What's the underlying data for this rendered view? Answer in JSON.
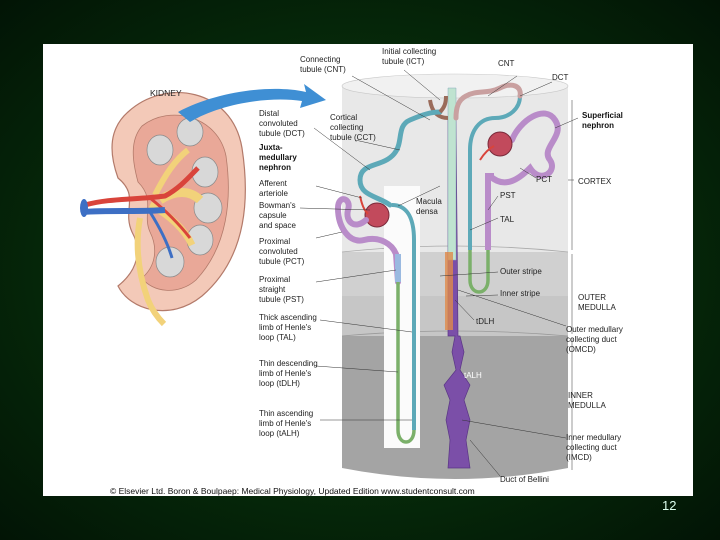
{
  "labels": {
    "kidney": "KIDNEY",
    "cortex": "CORTEX",
    "outer_medulla_l1": "OUTER",
    "outer_medulla_l2": "MEDULLA",
    "inner_medulla_l1": "INNER",
    "inner_medulla_l2": "MEDULLA",
    "connecting_tubule_l1": "Connecting",
    "connecting_tubule_l2": "tubule (CNT)",
    "initial_collecting_l1": "Initial collecting",
    "initial_collecting_l2": "tubule (ICT)",
    "cnt": "CNT",
    "dct_top": "DCT",
    "superficial_l1": "Superficial",
    "superficial_l2": "nephron",
    "distal_l1": "Distal",
    "distal_l2": "convoluted",
    "distal_l3": "tubule (DCT)",
    "cortical_l1": "Cortical",
    "cortical_l2": "collecting",
    "cortical_l3": "tubule (CCT)",
    "juxta_l1": "Juxta-",
    "juxta_l2": "medullary",
    "juxta_l3": "nephron",
    "afferent_l1": "Afferent",
    "afferent_l2": "arteriole",
    "bowman_l1": "Bowman's",
    "bowman_l2": "capsule",
    "bowman_l3": "and space",
    "macula_l1": "Macula",
    "macula_l2": "densa",
    "pct_right": "PCT",
    "pst_right": "PST",
    "tal_right": "TAL",
    "prox_conv_l1": "Proximal",
    "prox_conv_l2": "convoluted",
    "prox_conv_l3": "tubule (PCT)",
    "prox_str_l1": "Proximal",
    "prox_str_l2": "straight",
    "prox_str_l3": "tubule (PST)",
    "outer_stripe": "Outer stripe",
    "inner_stripe": "Inner stripe",
    "tdlh_right": "tDLH",
    "thick_asc_l1": "Thick ascending",
    "thick_asc_l2": "limb of Henle's",
    "thick_asc_l3": "loop (TAL)",
    "omcd_l1": "Outer medullary",
    "omcd_l2": "collecting duct",
    "omcd_l3": "(OMCD)",
    "thin_desc_l1": "Thin descending",
    "thin_desc_l2": "limb of Henle's",
    "thin_desc_l3": "loop (tDLH)",
    "talh": "tALH",
    "thin_asc_l1": "Thin ascending",
    "thin_asc_l2": "limb of Henle's",
    "thin_asc_l3": "loop (tALH)",
    "imcd_l1": "Inner medullary",
    "imcd_l2": "collecting duct",
    "imcd_l3": "(IMCD)",
    "bellini": "Duct of Bellini"
  },
  "credit": "© Elsevier Ltd. Boron & Boulpaep: Medical Physiology, Updated Edition   www.studentconsult.com",
  "page_number": "12",
  "colors": {
    "background": "#062a0a",
    "cortex": "#e7e7e7",
    "outer_medulla": "#c8c8c8",
    "inner_medulla": "#a9a9a9",
    "arrow": "#3f8fd4",
    "proximal_tubule": "#b98cc9",
    "thick_ascending": "#5da9b8",
    "thin_limb": "#7bb06a",
    "collecting_duct": "#7b4fa8",
    "dct": "#c9a0a0"
  }
}
